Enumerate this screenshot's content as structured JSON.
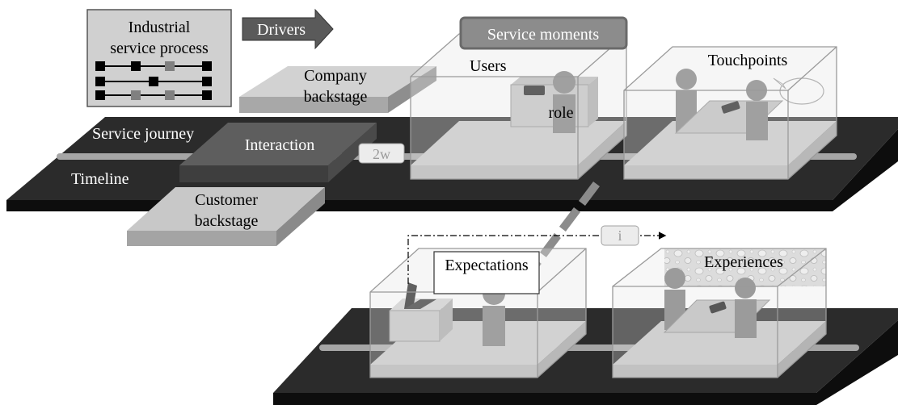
{
  "process_box": {
    "title_line1": "Industrial",
    "title_line2": "service process"
  },
  "drivers": {
    "label": "Drivers"
  },
  "layers": {
    "company_line1": "Company",
    "company_line2": "backstage",
    "interaction": "Interaction",
    "customer_line1": "Customer",
    "customer_line2": "backstage"
  },
  "journey": {
    "service_journey": "Service journey",
    "timeline": "Timeline",
    "duration_tag": "2w",
    "interval_tag": "i"
  },
  "moments": {
    "header": "Service moments",
    "users": "Users",
    "role": "role",
    "touchpoints": "Touchpoints",
    "expectations": "Expectations",
    "experiences": "Experiences"
  },
  "colors": {
    "platform": "#2b2b2b",
    "platform_edge": "#0d0d0d",
    "timeline_bar": "#a6a6a6",
    "layer_light": "#c4c4c4",
    "layer_dark": "#5e5e5e",
    "person": "#7b7b7b",
    "box_glass": "#dcdcdc"
  }
}
